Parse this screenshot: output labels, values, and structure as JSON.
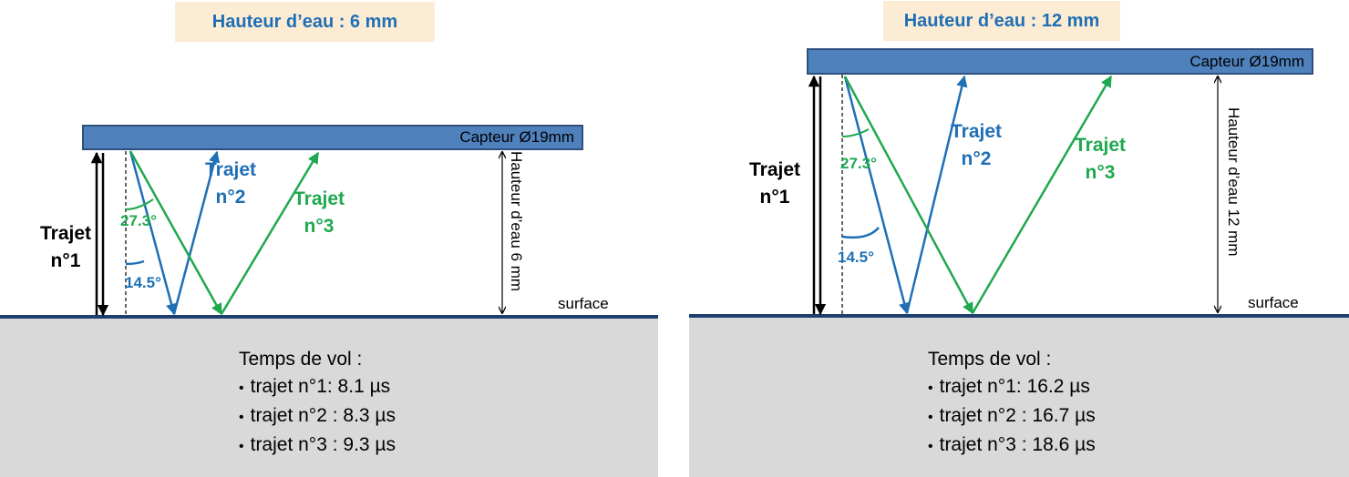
{
  "panels": [
    {
      "title": "Hauteur d’eau : 6 mm",
      "sensor_label": "Capteur Ø19mm",
      "path1_label": [
        "Trajet",
        "n°1"
      ],
      "path2_label": [
        "Trajet",
        "n°2"
      ],
      "path3_label": [
        "Trajet",
        "n°3"
      ],
      "angle_green": "27.3°",
      "angle_blue": "14.5°",
      "height_label": "Hauteur d’eau 6 mm",
      "surface_label": "surface",
      "tof_title": "Temps de vol :",
      "tof_items": [
        "trajet n°1: 8.1 µs",
        "trajet n°2 : 8.3 µs",
        "trajet n°3 : 9.3 µs"
      ]
    },
    {
      "title": "Hauteur d’eau : 12 mm",
      "sensor_label": "Capteur Ø19mm",
      "path1_label": [
        "Trajet",
        "n°1"
      ],
      "path2_label": [
        "Trajet",
        "n°2"
      ],
      "path3_label": [
        "Trajet",
        "n°3"
      ],
      "angle_green": "27.3°",
      "angle_blue": "14.5°",
      "height_label": "Hauteur d’eau 12 mm",
      "surface_label": "surface",
      "tof_title": "Temps de vol :",
      "tof_items": [
        "trajet n°1: 16.2 µs",
        "trajet n°2 : 16.7 µs",
        "trajet n°3 : 18.6 µs"
      ]
    }
  ],
  "colors": {
    "path1": "#000000",
    "path2": "#1f6fb5",
    "path3": "#1fa84f",
    "sensor": "#4f81bd",
    "title_bg": "#fdecd4",
    "ground": "#d9d9d9"
  }
}
